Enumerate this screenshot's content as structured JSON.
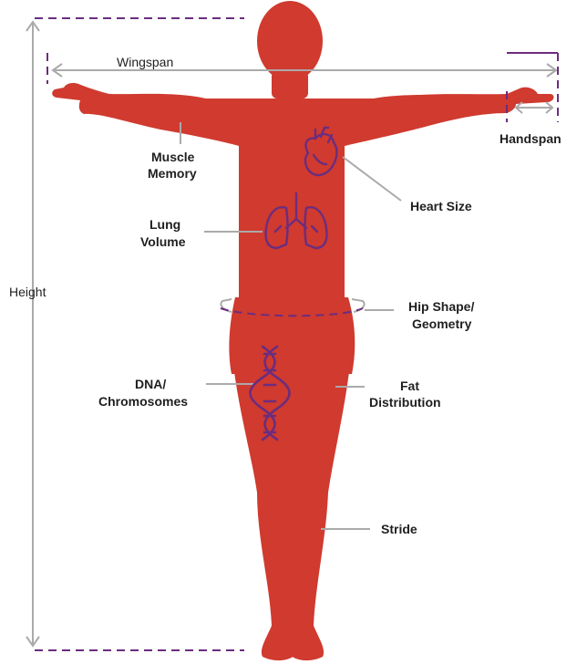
{
  "colors": {
    "body": "#d03a2f",
    "organ": "#6b2d7e",
    "guide": "#aaaaaa",
    "dash": "#6b2d7e",
    "text": "#1f1f1f"
  },
  "labels": {
    "wingspan": "Wingspan",
    "handspan": "Handspan",
    "height": "Height",
    "muscle_memory": [
      "Muscle",
      "Memory"
    ],
    "heart_size": "Heart Size",
    "lung_volume": [
      "Lung",
      "Volume"
    ],
    "hip_shape": [
      "Hip Shape/",
      "Geometry"
    ],
    "dna": [
      "DNA/",
      "Chromosomes"
    ],
    "fat_distribution": [
      "Fat",
      "Distribution"
    ],
    "stride": "Stride"
  },
  "icons": [
    "heart-icon",
    "lungs-icon",
    "dna-icon"
  ]
}
